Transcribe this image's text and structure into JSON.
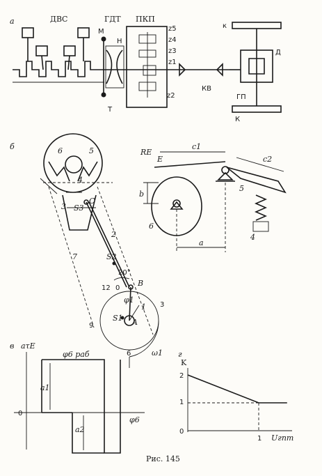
{
  "panels": {
    "a": {
      "letter": "а",
      "labels": {
        "dvs": "ДВС",
        "gdt": "ГДТ",
        "pkp": "ПКП",
        "m": "М",
        "n": "Н",
        "t": "Т",
        "z5": "z5",
        "z4": "z4",
        "z3": "z3",
        "z1": "z1",
        "z2": "z2",
        "kv": "КВ",
        "k_top": "к",
        "k_bottom": "К",
        "d": "Д",
        "gp": "ГП"
      }
    },
    "b": {
      "letter": "б",
      "labels": {
        "n6": "6",
        "n5": "5",
        "n4": "4",
        "n3": "3",
        "s3": "S3",
        "c": "C",
        "n2": "2",
        "n7": "7",
        "s2": "S2",
        "angle20": "20°",
        "b": "B",
        "n12": "12",
        "n0": "0",
        "phi1": "φ1",
        "n1": "1",
        "n3b": "3",
        "n9": "9",
        "s1": "S1",
        "a": "A",
        "n6b": "6",
        "omega1": "ω1",
        "re": "RE",
        "e": "E",
        "c1a": "c1",
        "c2": "c2",
        "bdim": "b",
        "n5b": "5",
        "n6c": "6",
        "n4b": "4",
        "adim": "a"
      }
    },
    "v": {
      "letter": "в",
      "labels": {
        "ylabel": "aτE",
        "phi_work": "φ6 раб",
        "a1": "a1",
        "a2": "a2",
        "zero": "0",
        "xlabel": "φ6"
      }
    },
    "g": {
      "letter": "г",
      "labels": {
        "ylabel": "K",
        "t2": "2",
        "t1": "1",
        "t0": "0",
        "x1": "1",
        "xlabel": "Uгпт"
      }
    }
  },
  "caption": "Рис. 145",
  "chart_data": {
    "type": "line",
    "series": [
      {
        "x": [
          0,
          1,
          1.4
        ],
        "y": [
          2,
          1,
          1
        ]
      }
    ],
    "xlabel": "Uгпт",
    "ylabel": "K",
    "xticks": [
      "1"
    ],
    "yticks": [
      "0",
      "1",
      "2"
    ],
    "ylim": [
      0,
      2.3
    ]
  }
}
